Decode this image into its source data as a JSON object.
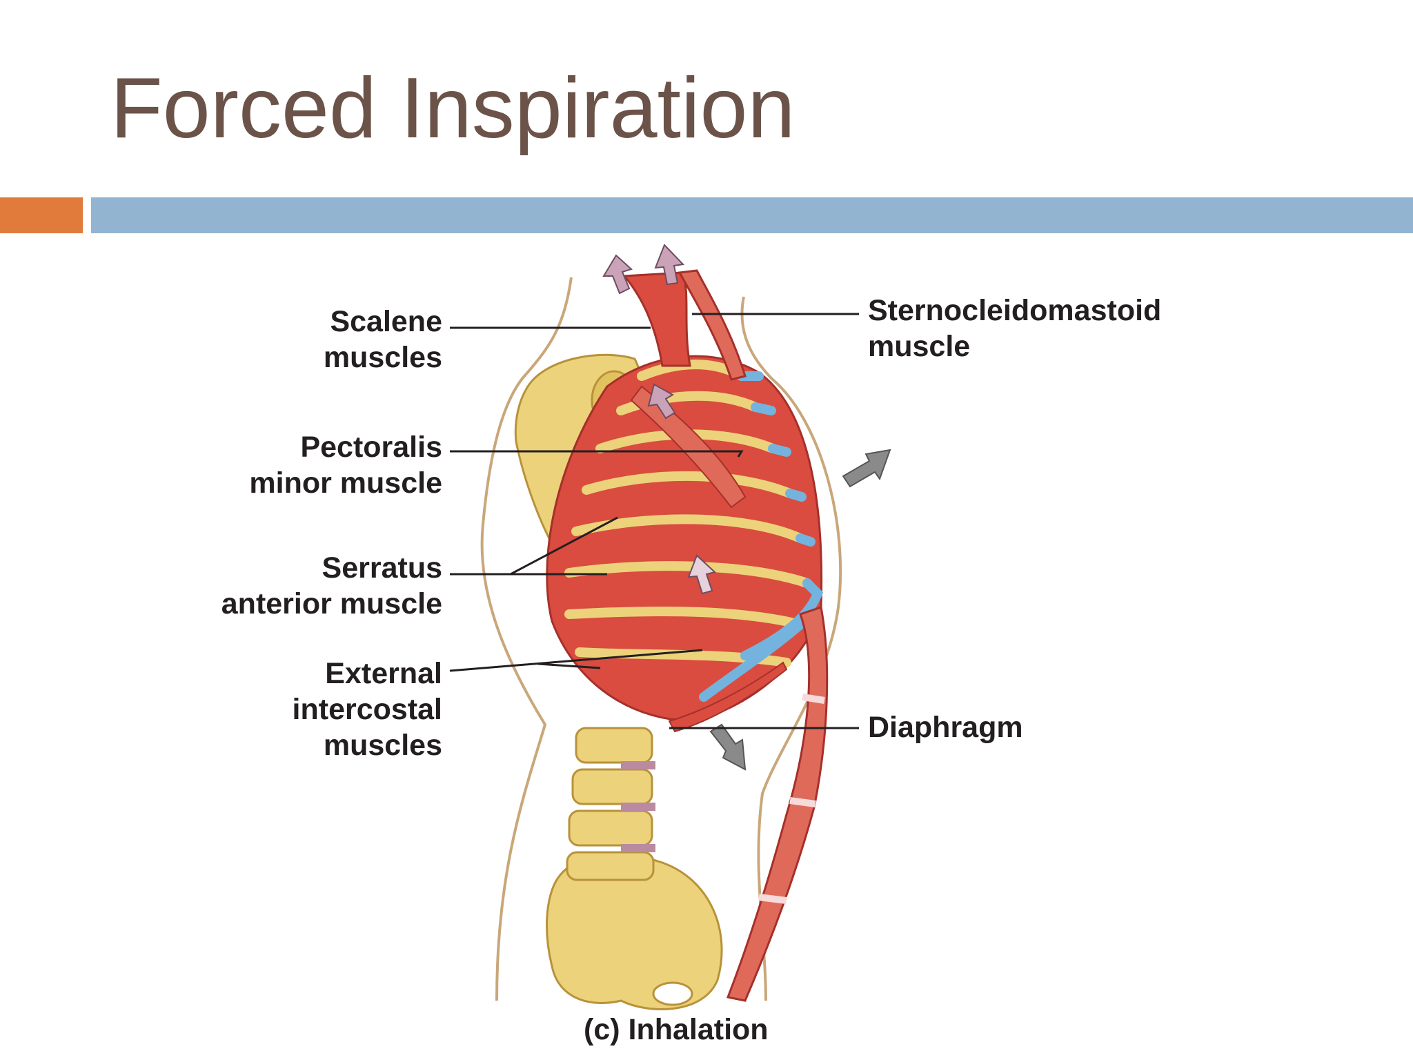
{
  "slide": {
    "title": "Forced Inspiration"
  },
  "colors": {
    "title": "#6b5349",
    "accent_orange": "#e07b3c",
    "accent_blue": "#93b4d0",
    "bone": "#ecd27a",
    "muscle": "#d94c3f",
    "cartilage": "#74b3de",
    "arrow_grey": "#8a8a8a",
    "arrow_pink": "#caa3b8"
  },
  "figure": {
    "caption": "(c) Inhalation",
    "labels": {
      "scalene": [
        "Scalene",
        "muscles"
      ],
      "pectoralis": [
        "Pectoralis",
        "minor muscle"
      ],
      "serratus": [
        "Serratus",
        "anterior muscle"
      ],
      "intercostal": [
        "External",
        "intercostal",
        "muscles"
      ],
      "sternocleidomastoid": [
        "Sternocleidomastoid",
        "muscle"
      ],
      "diaphragm": [
        "Diaphragm"
      ]
    }
  }
}
